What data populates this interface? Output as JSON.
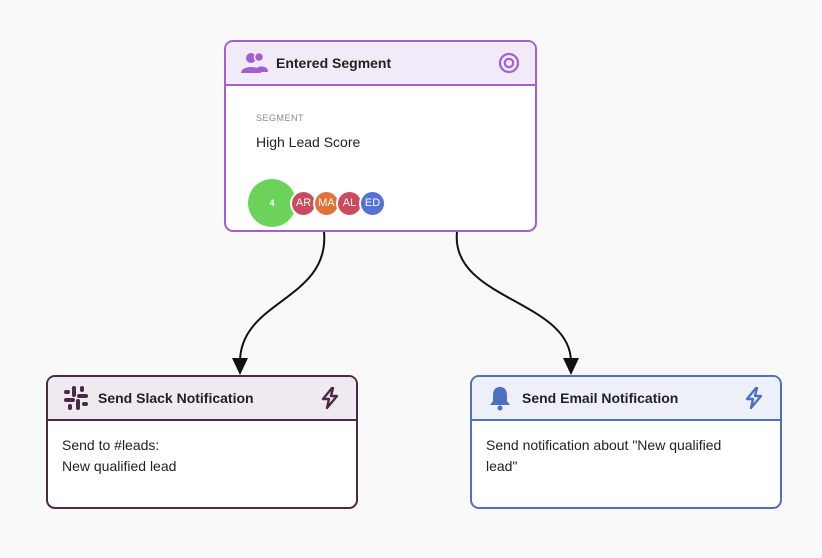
{
  "colors": {
    "segment_accent": "#a35fd0",
    "slack_accent": "#4a2a45",
    "email_accent": "#4f6fbf",
    "count_green": "#6cd35a"
  },
  "segment_node": {
    "title": "Entered Segment",
    "icon": "users-icon",
    "status_icon": "target-icon",
    "label": "SEGMENT",
    "name": "High Lead Score",
    "member_count": "4",
    "avatars": [
      {
        "initials": "AR",
        "color": "#cc4a60"
      },
      {
        "initials": "MA",
        "color": "#e0733a"
      },
      {
        "initials": "AL",
        "color": "#cc4a60"
      },
      {
        "initials": "ED",
        "color": "#5571d6"
      }
    ]
  },
  "slack_node": {
    "title": "Send Slack Notification",
    "icon": "slack-icon",
    "action_icon": "bolt-icon",
    "line1": "Send to #leads:",
    "line2": "New qualified lead"
  },
  "email_node": {
    "title": "Send Email Notification",
    "icon": "bell-icon",
    "action_icon": "bolt-icon",
    "line1": "Send notification about \"New qualified",
    "line2": "lead\""
  }
}
